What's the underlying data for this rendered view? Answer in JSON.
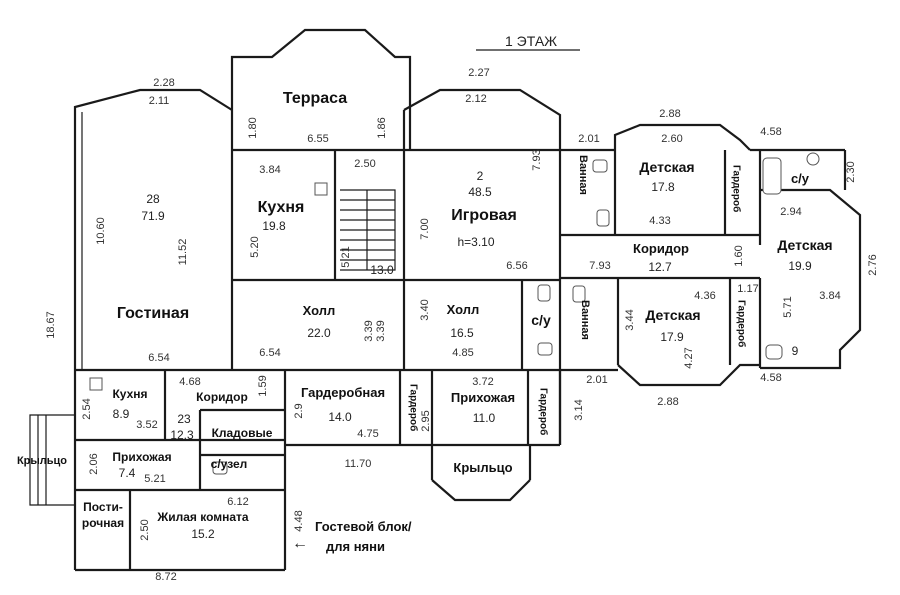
{
  "floor_title": "1 ЭТАЖ",
  "rooms": [
    {
      "id": "terrace",
      "name": "Терраса"
    },
    {
      "id": "living",
      "name": "Гостиная",
      "number": "28",
      "area": "71.9"
    },
    {
      "id": "kitchen",
      "name": "Кухня",
      "area": "19.8"
    },
    {
      "id": "stair",
      "area": "13.0"
    },
    {
      "id": "playroom",
      "name": "Игровая",
      "number": "2",
      "area": "48.5",
      "height": "h=3.10"
    },
    {
      "id": "bath1",
      "name": "Ванная"
    },
    {
      "id": "kids1",
      "name": "Детская",
      "area": "17.8"
    },
    {
      "id": "dress1",
      "name": "Гардероб"
    },
    {
      "id": "wc1",
      "name": "с/у"
    },
    {
      "id": "corridor1",
      "name": "Коридор",
      "area": "12.7"
    },
    {
      "id": "kids2",
      "name": "Детская",
      "area": "19.9"
    },
    {
      "id": "hall1",
      "name": "Холл",
      "area": "22.0"
    },
    {
      "id": "hall2",
      "name": "Холл",
      "area": "16.5"
    },
    {
      "id": "wc2",
      "name": "с/у"
    },
    {
      "id": "bath2",
      "name": "Ванная"
    },
    {
      "id": "kids3",
      "name": "Детская",
      "area": "17.9"
    },
    {
      "id": "dress2",
      "name": "Гардероб"
    },
    {
      "id": "bath3_num",
      "area": "9"
    },
    {
      "id": "kitchen2",
      "name": "Кухня",
      "area": "8.9"
    },
    {
      "id": "corridor2",
      "name": "Коридор",
      "number": "23",
      "area": "12.3"
    },
    {
      "id": "storage",
      "name": "Кладовые"
    },
    {
      "id": "wardrobe",
      "name": "Гардеробная",
      "area": "14.0"
    },
    {
      "id": "dress3",
      "name": "Гардероб"
    },
    {
      "id": "foyer",
      "name": "Прихожая",
      "area": "11.0"
    },
    {
      "id": "dress4",
      "name": "Гардероб"
    },
    {
      "id": "foyer2",
      "name": "Прихожая",
      "area": "7.4"
    },
    {
      "id": "wc3",
      "name": "с/узел"
    },
    {
      "id": "porch1",
      "name": "Крыльцо"
    },
    {
      "id": "laundry",
      "name": "Пости-рочная"
    },
    {
      "id": "livingroom",
      "name": "Жилая комната",
      "area": "15.2"
    },
    {
      "id": "porch2",
      "name": "Крыльцо"
    }
  ],
  "dimensions": [
    "2.28",
    "2.11",
    "1.80",
    "6.55",
    "1.86",
    "2.27",
    "2.12",
    "2.88",
    "2.60",
    "4.58",
    "2.01",
    "3.84",
    "2.50",
    "10.60",
    "11.52",
    "5.20",
    "5.21",
    "7.00",
    "7.93",
    "3.39",
    "4.33",
    "2.30",
    "2.94",
    "2.76",
    "6.56",
    "7.93",
    "1.60",
    "4.36",
    "1.17",
    "5.71",
    "3.84",
    "3.40",
    "3.39",
    "3.44",
    "4.27",
    "18.67",
    "6.54",
    "6.54",
    "4.85",
    "2.01",
    "4.58",
    "2.88",
    "2.54",
    "4.68",
    "1.59",
    "3.72",
    "3.14",
    "3.52",
    "2.9",
    "4.75",
    "2.95",
    "2.06",
    "5.21",
    "11.70",
    "6.12",
    "2.50",
    "4.48",
    "8.72"
  ],
  "annotation": {
    "arrow": "←",
    "line1": "Гостевой блок/",
    "line2": "для няни"
  }
}
